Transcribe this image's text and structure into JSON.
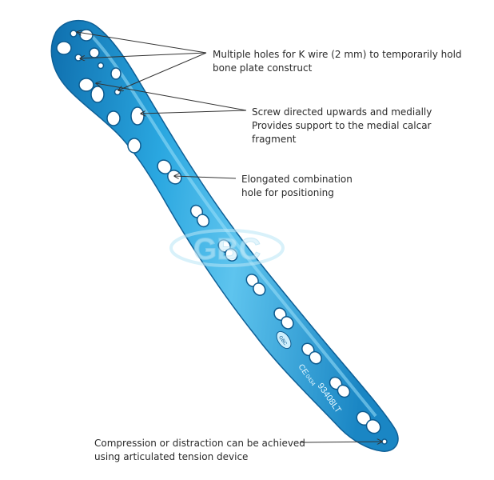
{
  "annotations": {
    "kwire": {
      "line1": "Multiple holes for K wire (2 mm) to temporarily hold",
      "line2": "bone plate construct"
    },
    "screw": {
      "line1": "Screw directed upwards and medially",
      "line2": "Provides support to the medial calcar",
      "line3": "fragment"
    },
    "elongated": {
      "line1": "Elongated combination",
      "line2": "hole for positioning"
    },
    "compression": {
      "line1": "Compression or distraction can be achieved",
      "line2": "using articulated tension device"
    }
  },
  "watermark": "GBC",
  "plate_markings": {
    "logo": "GBC",
    "ce": "CE",
    "cert": "0434",
    "code": "93408LT"
  },
  "colors": {
    "plate": "#2aa7e0",
    "plate_dark": "#1577b0",
    "plate_light": "#8fd6f5",
    "leader": "#333333"
  }
}
